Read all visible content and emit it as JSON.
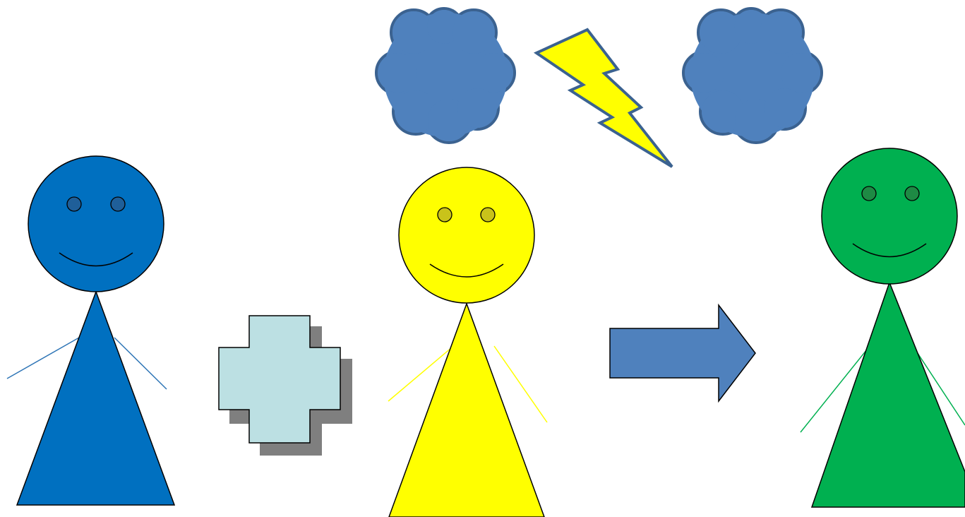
{
  "scene": {
    "background": "#ffffff",
    "figures": [
      {
        "id": "blue",
        "color": "#0070c0",
        "eye_color": "#1f5f99",
        "arm_color": "#2e75b6",
        "expression": "smile"
      },
      {
        "id": "yellow",
        "color": "#ffff00",
        "eye_color": "#c9c31a",
        "arm_color": "#ffff00",
        "expression": "smile"
      },
      {
        "id": "green",
        "color": "#00b050",
        "eye_color": "#1e8a44",
        "arm_color": "#00b050",
        "expression": "smile"
      }
    ],
    "operators": {
      "plus": {
        "icon": "plus-icon",
        "fill": "#bce0e3",
        "shadow": "#7f7f7f"
      },
      "arrow": {
        "icon": "right-arrow-icon",
        "fill": "#4f81bd"
      }
    },
    "conflict": {
      "clouds": {
        "icon": "cloud-icon",
        "fill": "#4f81bd",
        "stroke": "#3b6290",
        "count": 2
      },
      "lightning": {
        "icon": "lightning-bolt-icon",
        "fill": "#ffff00",
        "stroke": "#3b6290"
      }
    }
  }
}
